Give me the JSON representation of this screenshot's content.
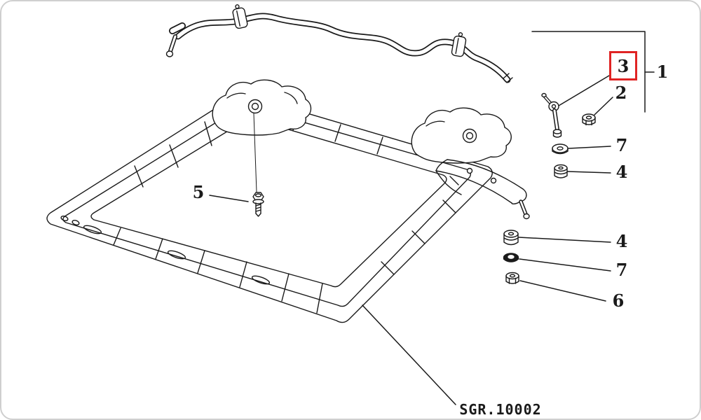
{
  "figure": {
    "code": "SGR.10002"
  },
  "callouts": {
    "c1": {
      "label": "1"
    },
    "c2": {
      "label": "2"
    },
    "c3": {
      "label": "3",
      "highlighted": true
    },
    "c4_upper": {
      "label": "4"
    },
    "c4_lower": {
      "label": "4"
    },
    "c5": {
      "label": "5"
    },
    "c6": {
      "label": "6"
    },
    "c7_upper": {
      "label": "7"
    },
    "c7_lower": {
      "label": "7"
    }
  },
  "colors": {
    "line": "#1a1a1a",
    "highlight": "#e02424"
  }
}
